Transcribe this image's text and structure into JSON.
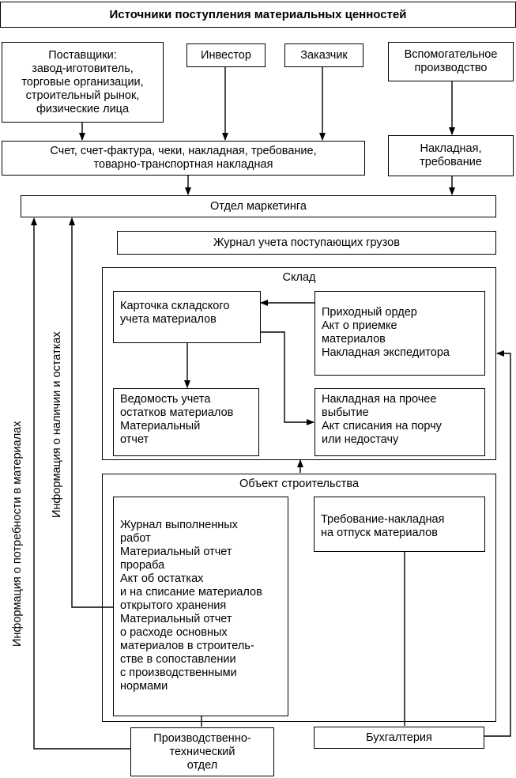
{
  "title": "Источники поступления материальных ценностей",
  "suppliers": [
    "Поставщики:",
    "завод-иготовитель,",
    "торговые организации,",
    "строительный рынок,",
    "физические лица"
  ],
  "investor": "Инвестор",
  "customer": "Заказчик",
  "aux_production": [
    "Вспомогательное",
    "производство"
  ],
  "documents_main": [
    "Счет, счет-фактура, чеки, накладная, требование,",
    "товарно-транспортная накладная"
  ],
  "documents_aux": [
    "Накладная,",
    "требование"
  ],
  "marketing": "Отдел маркетинга",
  "cargo_journal": "Журнал учета поступающих грузов",
  "warehouse": {
    "label": "Склад",
    "card": [
      "Карточка складского",
      "учета материалов"
    ],
    "incoming": [
      "Приходный ордер",
      "Акт о приемке",
      "материалов",
      "Накладная экспедитора"
    ],
    "statement": [
      "Ведомость учета",
      "остатков материалов",
      "Материальный",
      "отчет"
    ],
    "disposal": [
      "Накладная на прочее",
      "выбытие",
      "Акт списания на порчу",
      "или недостачу"
    ]
  },
  "construction": {
    "label": "Объект строительства",
    "reports": [
      "Журнал выполненных",
      "работ",
      "Материальный отчет",
      "прораба",
      "Акт об остатках",
      "и на списание материалов",
      "открытого хранения",
      "Материальный отчет",
      "о расходе основных",
      "материалов в строитель-",
      "стве в сопоставлении",
      "с производственными",
      "нормами"
    ],
    "requisition": [
      "Требование-накладная",
      "на отпуск материалов"
    ]
  },
  "pto": [
    "Производственно-",
    "технический",
    "отдел"
  ],
  "accounting": "Бухгалтерия",
  "side_labels": {
    "needs": "Информация о потребности в материалах",
    "stock": "Информация о наличии и остатках"
  }
}
